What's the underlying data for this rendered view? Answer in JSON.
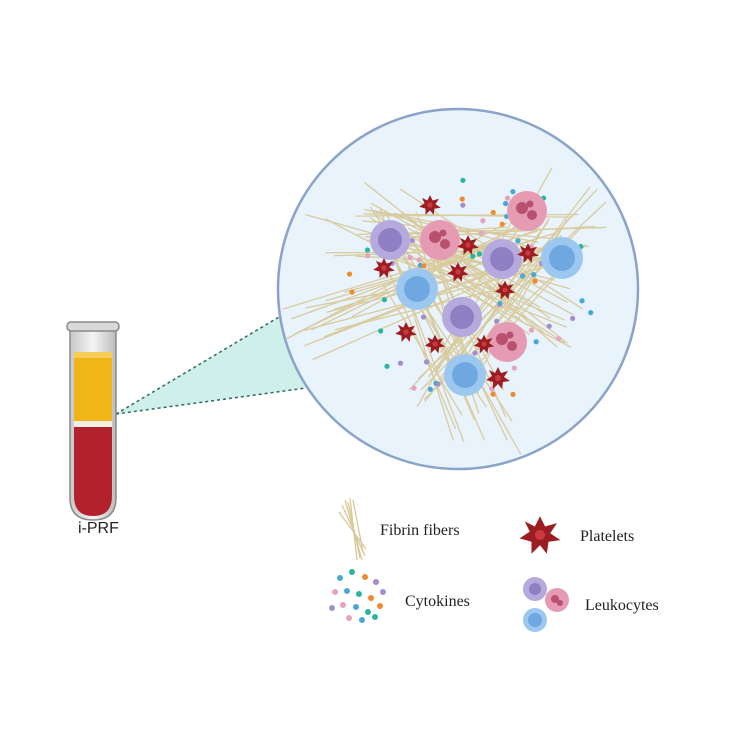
{
  "tube": {
    "label": "i-PRF"
  },
  "legend": {
    "fibrin": "Fibrin fibers",
    "platelets": "Platelets",
    "cytokines": "Cytokines",
    "leukocytes": "Leukocytes"
  },
  "colors": {
    "plasma_yellow": "#f0b516",
    "blood_red": "#b3212b",
    "magnifier_fill": "#e9f3fb",
    "magnifier_border": "#8aa3c9",
    "zoom_cone": "#c6ece6",
    "fibrin": "#d8c99a",
    "platelet": "#9b1d22",
    "lymphocyte": "#b6a9de",
    "neutrophil": "#e59bb3",
    "monocyte": "#9cc8f0",
    "cytokine_palette": [
      "#4aa8d8",
      "#2bb5a0",
      "#f08a30",
      "#a58bd0",
      "#e5a3c0"
    ]
  }
}
